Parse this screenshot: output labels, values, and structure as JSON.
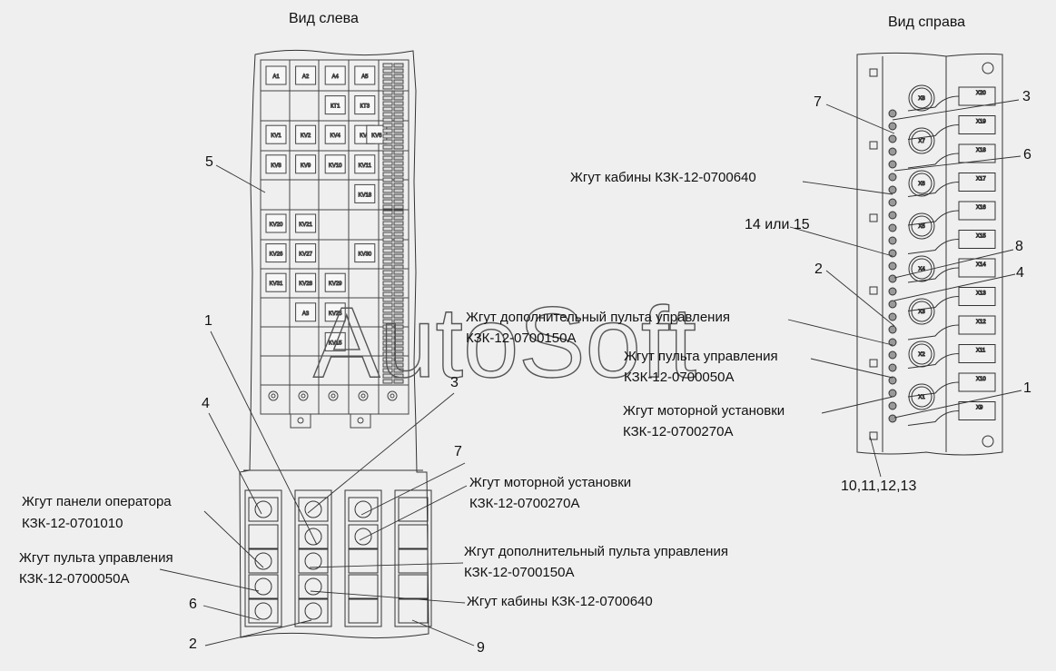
{
  "titles": {
    "left": "Вид слева",
    "right": "Вид справа"
  },
  "watermark": "AutoSoft",
  "left_view": {
    "relays": [
      "А1",
      "А2",
      "А4",
      "А5",
      "КТ1",
      "КТ3",
      "KV1",
      "KV2",
      "KV4",
      "KV5",
      "KV6",
      "KV8",
      "KV9",
      "KV10",
      "KV11",
      "KV18",
      "KV20",
      "KV21",
      "KV26",
      "KV27",
      "KV30",
      "KV31",
      "KV28",
      "KV29",
      "А3",
      "KV25",
      "KV15"
    ]
  },
  "right_view": {
    "connectors": [
      "Х8",
      "Х7",
      "Х6",
      "Х5",
      "Х4",
      "Х3",
      "Х2",
      "Х1"
    ],
    "sockets": [
      "Х20",
      "Х19",
      "Х18",
      "Х17",
      "Х16",
      "Х15",
      "Х14",
      "Х13",
      "Х12",
      "Х11",
      "Х10",
      "Х9"
    ]
  },
  "callouts": {
    "n1_left": "1",
    "n3_left": "3",
    "n4_left": "4",
    "n5_left": "5",
    "n6_left": "6",
    "n2_left": "2",
    "n7_left": "7",
    "n9_left": "9",
    "n7_right": "7",
    "n3_right": "3",
    "n6_right": "6",
    "n14_15": "14 или 15",
    "n8_right": "8",
    "n2_right": "2",
    "n4_right": "4",
    "n1_right": "1",
    "n10_13": "10,11,12,13"
  },
  "labels": {
    "operator_panel": [
      "Жгут панели оператора",
      "КЗК-12-0701010"
    ],
    "control_console_left": [
      "Жгут пульта управления",
      "КЗК-12-0700050А"
    ],
    "motor_left": [
      "Жгут моторной установки",
      "КЗК-12-0700270А"
    ],
    "additional_left": [
      "Жгут дополнительный пульта управления",
      "КЗК-12-0700150А"
    ],
    "cabin_left": "Жгут кабины КЗК-12-0700640",
    "cabin_right": "Жгут кабины КЗК-12-0700640",
    "additional_right": [
      "Жгут дополнительный пульта управления",
      "КЗК-12-0700150А"
    ],
    "control_console_right": [
      "Жгут пульта управления",
      "КЗК-12-0700050А"
    ],
    "motor_right": [
      "Жгут моторной установки",
      "КЗК-12-0700270А"
    ]
  }
}
